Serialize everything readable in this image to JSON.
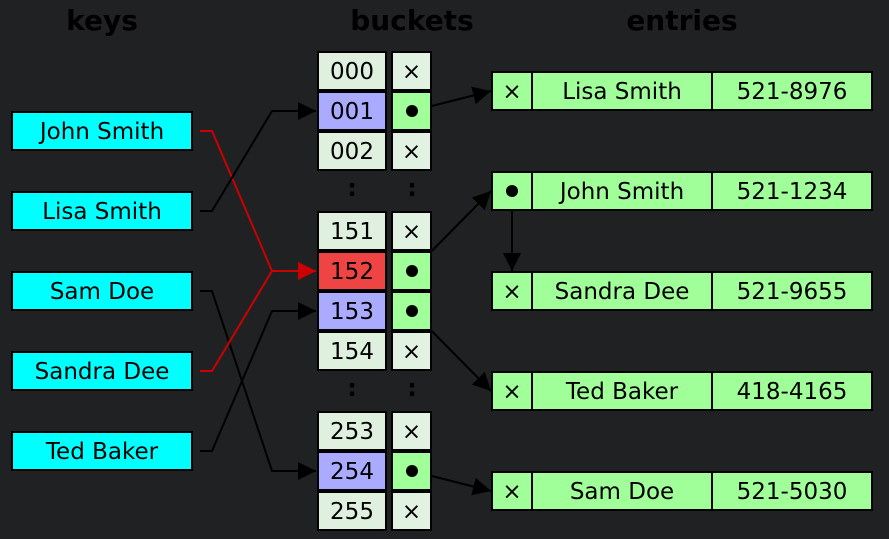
{
  "headers": {
    "keys": "keys",
    "buckets": "buckets",
    "entries": "entries"
  },
  "colors": {
    "background": "#202122",
    "key_fill": "#00ffff",
    "bucket_label_fill": "#dff0df",
    "bucket_label_used": "#aaaaff",
    "bucket_label_collision": "#ee4444",
    "slot_fill": "#e2f2e2",
    "slot_used_fill": "#a0ff98",
    "entry_fill": "#a0ff98",
    "arrow": "#000000",
    "collision_arrow": "#cc0000"
  },
  "symbols": {
    "empty": "×",
    "ellipsis": ":"
  },
  "keys": [
    "John Smith",
    "Lisa Smith",
    "Sam Doe",
    "Sandra Dee",
    "Ted Baker"
  ],
  "buckets": [
    {
      "label": "000",
      "state": "normal",
      "slot": "empty"
    },
    {
      "label": "001",
      "state": "used",
      "slot": "pointer"
    },
    {
      "label": "002",
      "state": "normal",
      "slot": "empty"
    },
    {
      "label": "151",
      "state": "normal",
      "slot": "empty"
    },
    {
      "label": "152",
      "state": "collision",
      "slot": "pointer"
    },
    {
      "label": "153",
      "state": "used",
      "slot": "pointer"
    },
    {
      "label": "154",
      "state": "normal",
      "slot": "empty"
    },
    {
      "label": "253",
      "state": "normal",
      "slot": "empty"
    },
    {
      "label": "254",
      "state": "used",
      "slot": "pointer"
    },
    {
      "label": "255",
      "state": "normal",
      "slot": "empty"
    }
  ],
  "entries": [
    {
      "name": "Lisa Smith",
      "phone": "521-8976",
      "next": "empty"
    },
    {
      "name": "John Smith",
      "phone": "521-1234",
      "next": "pointer"
    },
    {
      "name": "Sandra Dee",
      "phone": "521-9655",
      "next": "empty"
    },
    {
      "name": "Ted Baker",
      "phone": "418-4165",
      "next": "empty"
    },
    {
      "name": "Sam Doe",
      "phone": "521-5030",
      "next": "empty"
    }
  ],
  "hash_links": [
    {
      "key": "John Smith",
      "bucket": "152",
      "collision": true
    },
    {
      "key": "Lisa Smith",
      "bucket": "001",
      "collision": false
    },
    {
      "key": "Sam Doe",
      "bucket": "254",
      "collision": false
    },
    {
      "key": "Sandra Dee",
      "bucket": "152",
      "collision": true
    },
    {
      "key": "Ted Baker",
      "bucket": "153",
      "collision": false
    }
  ],
  "bucket_links": [
    {
      "bucket": "001",
      "entry": "Lisa Smith"
    },
    {
      "bucket": "152",
      "entry": "John Smith"
    },
    {
      "bucket": "153",
      "entry": "Ted Baker"
    },
    {
      "bucket": "254",
      "entry": "Sam Doe"
    }
  ],
  "chain_links": [
    {
      "from": "John Smith",
      "to": "Sandra Dee"
    }
  ]
}
